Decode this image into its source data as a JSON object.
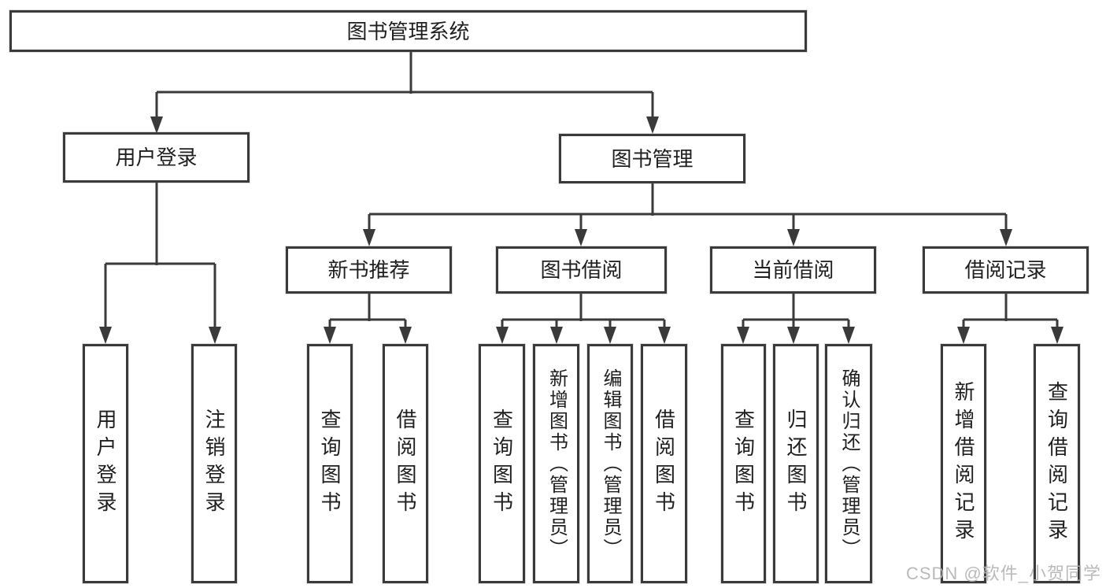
{
  "diagram_type": "hierarchy-tree",
  "colors": {
    "line": "#3a3a3a",
    "box_border": "#3a3a3a",
    "box_fill": "#ffffff",
    "text": "#1f1f1f",
    "watermark": "#b3b3b3"
  },
  "tree": {
    "label": "图书管理系统",
    "children": [
      {
        "label": "用户登录",
        "children": [
          {
            "label": "用户登录"
          },
          {
            "label": "注销登录"
          }
        ]
      },
      {
        "label": "图书管理",
        "children": [
          {
            "label": "新书推荐",
            "children": [
              {
                "label": "查询图书"
              },
              {
                "label": "借阅图书"
              }
            ]
          },
          {
            "label": "图书借阅",
            "children": [
              {
                "label": "查询图书"
              },
              {
                "label": "新增图书（管理员）"
              },
              {
                "label": "编辑图书（管理员）"
              },
              {
                "label": "借阅图书"
              }
            ]
          },
          {
            "label": "当前借阅",
            "children": [
              {
                "label": "查询图书"
              },
              {
                "label": "归还图书"
              },
              {
                "label": "确认归还（管理员）"
              }
            ]
          },
          {
            "label": "借阅记录",
            "children": [
              {
                "label": "新增借阅记录"
              },
              {
                "label": "查询借阅记录"
              }
            ]
          }
        ]
      }
    ]
  },
  "watermark": "CSDN @软件_小贺同学"
}
